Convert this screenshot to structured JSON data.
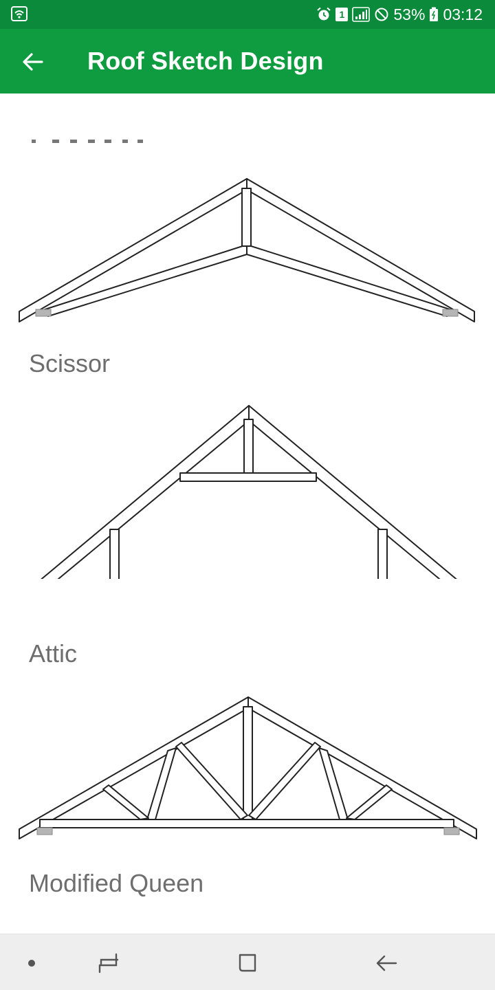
{
  "status_bar": {
    "battery": "53%",
    "time": "03:12",
    "sim_slot": "1",
    "icons": [
      "wifi-icon",
      "alarm-icon",
      "sim-icon",
      "signal-icon",
      "do-not-disturb-icon",
      "battery-icon"
    ]
  },
  "app_bar": {
    "title": "Roof Sketch Design",
    "back_icon": "arrow-back-icon"
  },
  "designs": [
    {
      "label": "Scissor"
    },
    {
      "label": "Attic"
    },
    {
      "label": "Modified Queen"
    }
  ],
  "nav_bar": {
    "icons": [
      "dot-icon",
      "recent-apps-icon",
      "home-icon",
      "back-icon"
    ]
  },
  "colors": {
    "status_bar": "#0a8a3a",
    "app_bar": "#0f9b3f",
    "label_text": "#6e6e6e",
    "nav_bar": "#eeeeee"
  }
}
